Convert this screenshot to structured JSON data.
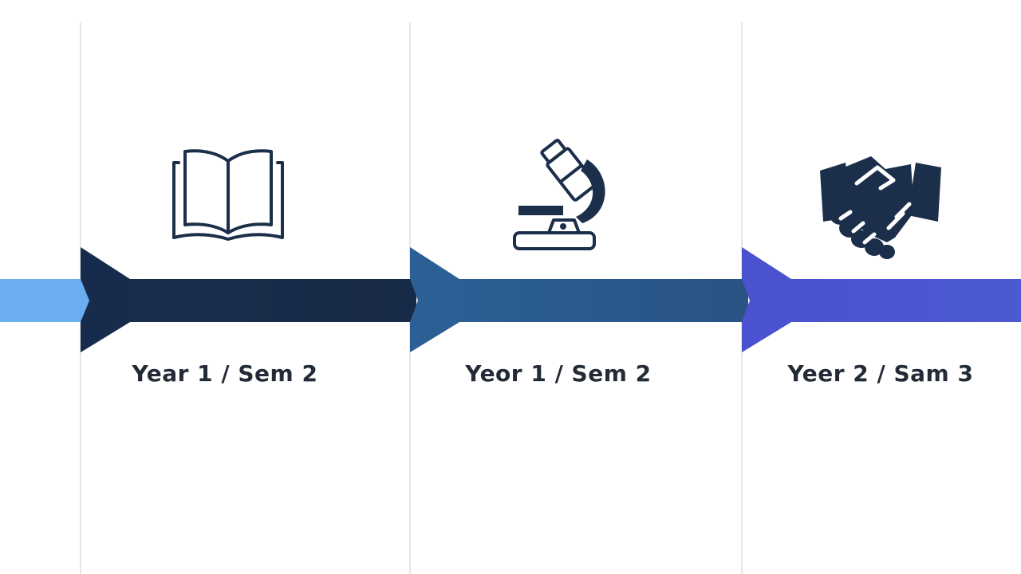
{
  "colors": {
    "lead_in": "#6aaef0",
    "segment_1": "#172c4c",
    "segment_2": "#2a5a8c",
    "segment_3": "#4a56cc",
    "icon": "#1b2f4b",
    "divider": "#e6e7ea",
    "label": "#222b36"
  },
  "stages": [
    {
      "label": "Year 1 / Sem 2",
      "icon": "open-book-icon"
    },
    {
      "label": "Yeor 1 / Sem 2",
      "icon": "microscope-icon"
    },
    {
      "label": "Yeer 2 / Sam 3",
      "icon": "handshake-icon"
    }
  ]
}
